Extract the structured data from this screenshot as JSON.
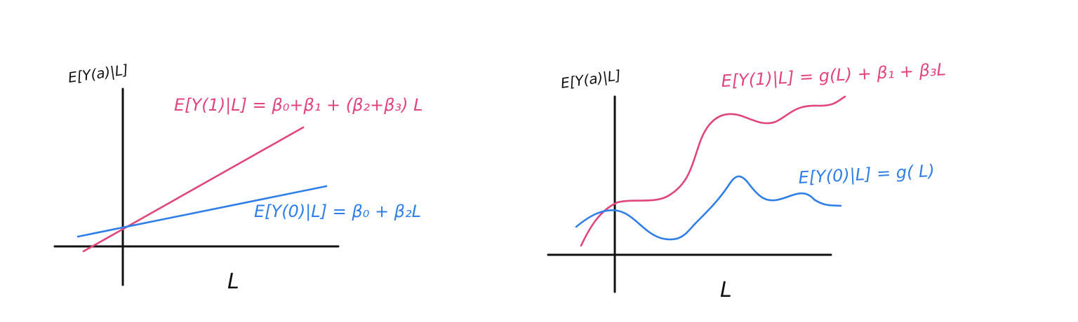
{
  "colors": {
    "treated": "#e0467c",
    "control": "#2f7fe6",
    "axis": "#111111"
  },
  "left_panel": {
    "y_axis_label": "E[Y(a)|L]",
    "x_axis_label": "L",
    "treated_equation": "E[Y(1)|L] = β₀+β₁ + (β₂+β₃) L",
    "control_equation": "E[Y(0)|L] = β₀ + β₂L"
  },
  "right_panel": {
    "y_axis_label": "E[Y(a)|L]",
    "x_axis_label": "L",
    "treated_equation": "E[Y(1)|L] = g(L) + β₁ + β₃L",
    "control_equation": "E[Y(0)|L] = g( L)"
  }
}
